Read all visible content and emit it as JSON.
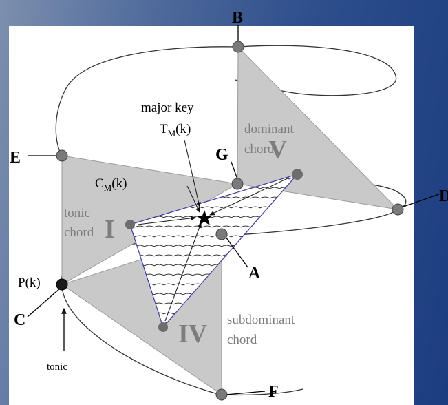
{
  "labels": {
    "B": "B",
    "E": "E",
    "G": "G",
    "D": "D",
    "A": "A",
    "C": "C",
    "F": "F",
    "major_key_line1": "major key",
    "tm_main": "T",
    "tm_sub": "M",
    "tm_arg": "(k)",
    "cm_main": "C",
    "cm_sub": "M",
    "cm_arg": "(k)",
    "pk": "P(k)",
    "tonic": "tonic",
    "tonic_word": "tonic",
    "tonic_chord_word": "chord",
    "tonic_roman": "I",
    "dominant_word": "dominant",
    "dominant_chord_word": "chord",
    "dominant_roman": "V",
    "subdominant_word": "subdominant",
    "subdominant_chord_word": "chord",
    "subdominant_roman": "IV"
  },
  "colors": {
    "background": "#1c3d80",
    "panel": "#ffffff",
    "chord_fill": "#c9c9c9",
    "key_triangle_stroke": "#3a3aa0",
    "gray_text": "#7d7d7d"
  }
}
